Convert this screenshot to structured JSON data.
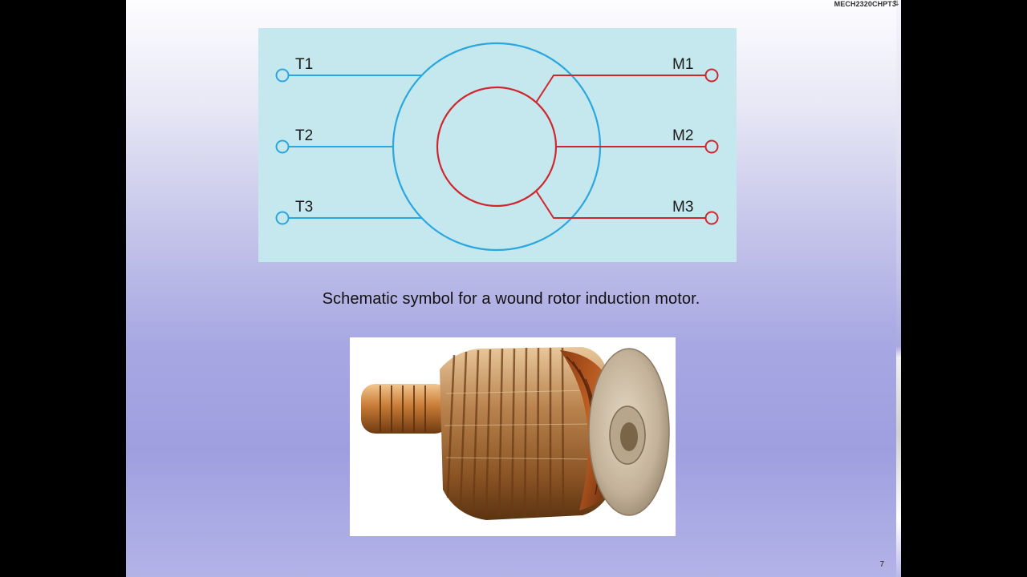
{
  "slide": {
    "header_code": "MECH2320CHPT3",
    "caption": "Schematic symbol for a wound rotor induction motor.",
    "page_number": "7"
  },
  "schematic": {
    "stator_terminals": [
      "T1",
      "T2",
      "T3"
    ],
    "rotor_terminals": [
      "M1",
      "M2",
      "M3"
    ],
    "colors": {
      "stator": "#2aa7df",
      "rotor": "#d0262e",
      "background": "#c5e8ee",
      "label": "#1a1a1a"
    }
  },
  "photo": {
    "subject_icon": "wound-rotor-armature"
  },
  "edge_icon": "link-icon"
}
